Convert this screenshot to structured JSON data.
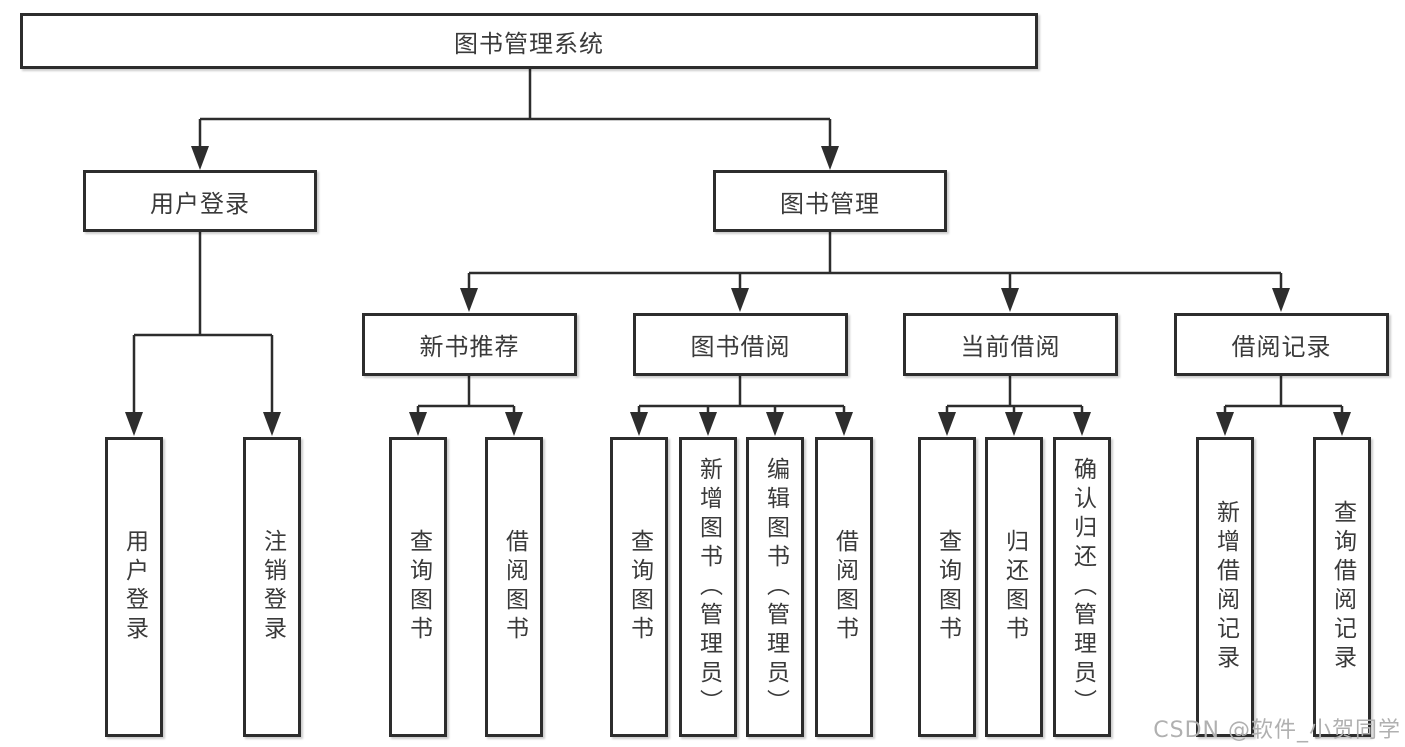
{
  "diagram": {
    "root": "图书管理系统",
    "branches": [
      {
        "label": "用户登录",
        "children": [
          "用户登录",
          "注销登录"
        ]
      },
      {
        "label": "图书管理",
        "modules": [
          {
            "label": "新书推荐",
            "children": [
              "查询图书",
              "借阅图书"
            ]
          },
          {
            "label": "图书借阅",
            "children": [
              "查询图书",
              "新增图书（管理员）",
              "编辑图书（管理员）",
              "借阅图书"
            ]
          },
          {
            "label": "当前借阅",
            "children": [
              "查询图书",
              "归还图书",
              "确认归还（管理员）"
            ]
          },
          {
            "label": "借阅记录",
            "children": [
              "新增借阅记录",
              "查询借阅记录"
            ]
          }
        ]
      }
    ]
  },
  "watermark": "CSDN @软件_小贺同学",
  "colors": {
    "line": "#2d2d2d",
    "box_border": "#2d2d2d",
    "text": "#3a3a3a",
    "watermark": "#b0b0b0",
    "background": "#ffffff"
  }
}
